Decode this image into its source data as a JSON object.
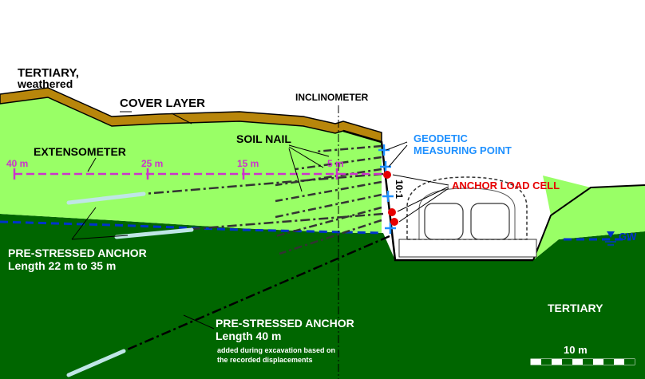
{
  "labels": {
    "tertiary_weathered_line1": "TERTIARY,",
    "tertiary_weathered_line2": "weathered",
    "cover_layer": "COVER LAYER",
    "inclinometer": "INCLINOMETER",
    "extensometer": "EXTENSOMETER",
    "soil_nail": "SOIL NAIL",
    "geodetic_line1": "GEODETIC",
    "geodetic_line2": "MEASURING POINT",
    "anchor_load_cell": "ANCHOR LOAD CELL",
    "slope_ratio": "10:1",
    "gw": "GW",
    "anchor1_line1": "PRE-STRESSED ANCHOR",
    "anchor1_line2": "Length 22 m to 35 m",
    "anchor2_line1": "PRE-STRESSED ANCHOR",
    "anchor2_line2": "Length 40 m",
    "anchor2_note1": "added during excavation based on",
    "anchor2_note2": "the recorded displacements",
    "tertiary": "TERTIARY",
    "scale": "10 m"
  },
  "extensometer_marks": [
    "40 m",
    "25 m",
    "15 m",
    "5 m"
  ],
  "colors": {
    "light_green": "#99ff66",
    "dark_green": "#006600",
    "cover_brown": "#b8860b",
    "magenta": "#cc33cc",
    "geodetic_blue": "#1e90ff",
    "load_cell_red": "#e60000",
    "gw_blue": "#0033cc",
    "anchor_bar": "#bfe6e6"
  }
}
